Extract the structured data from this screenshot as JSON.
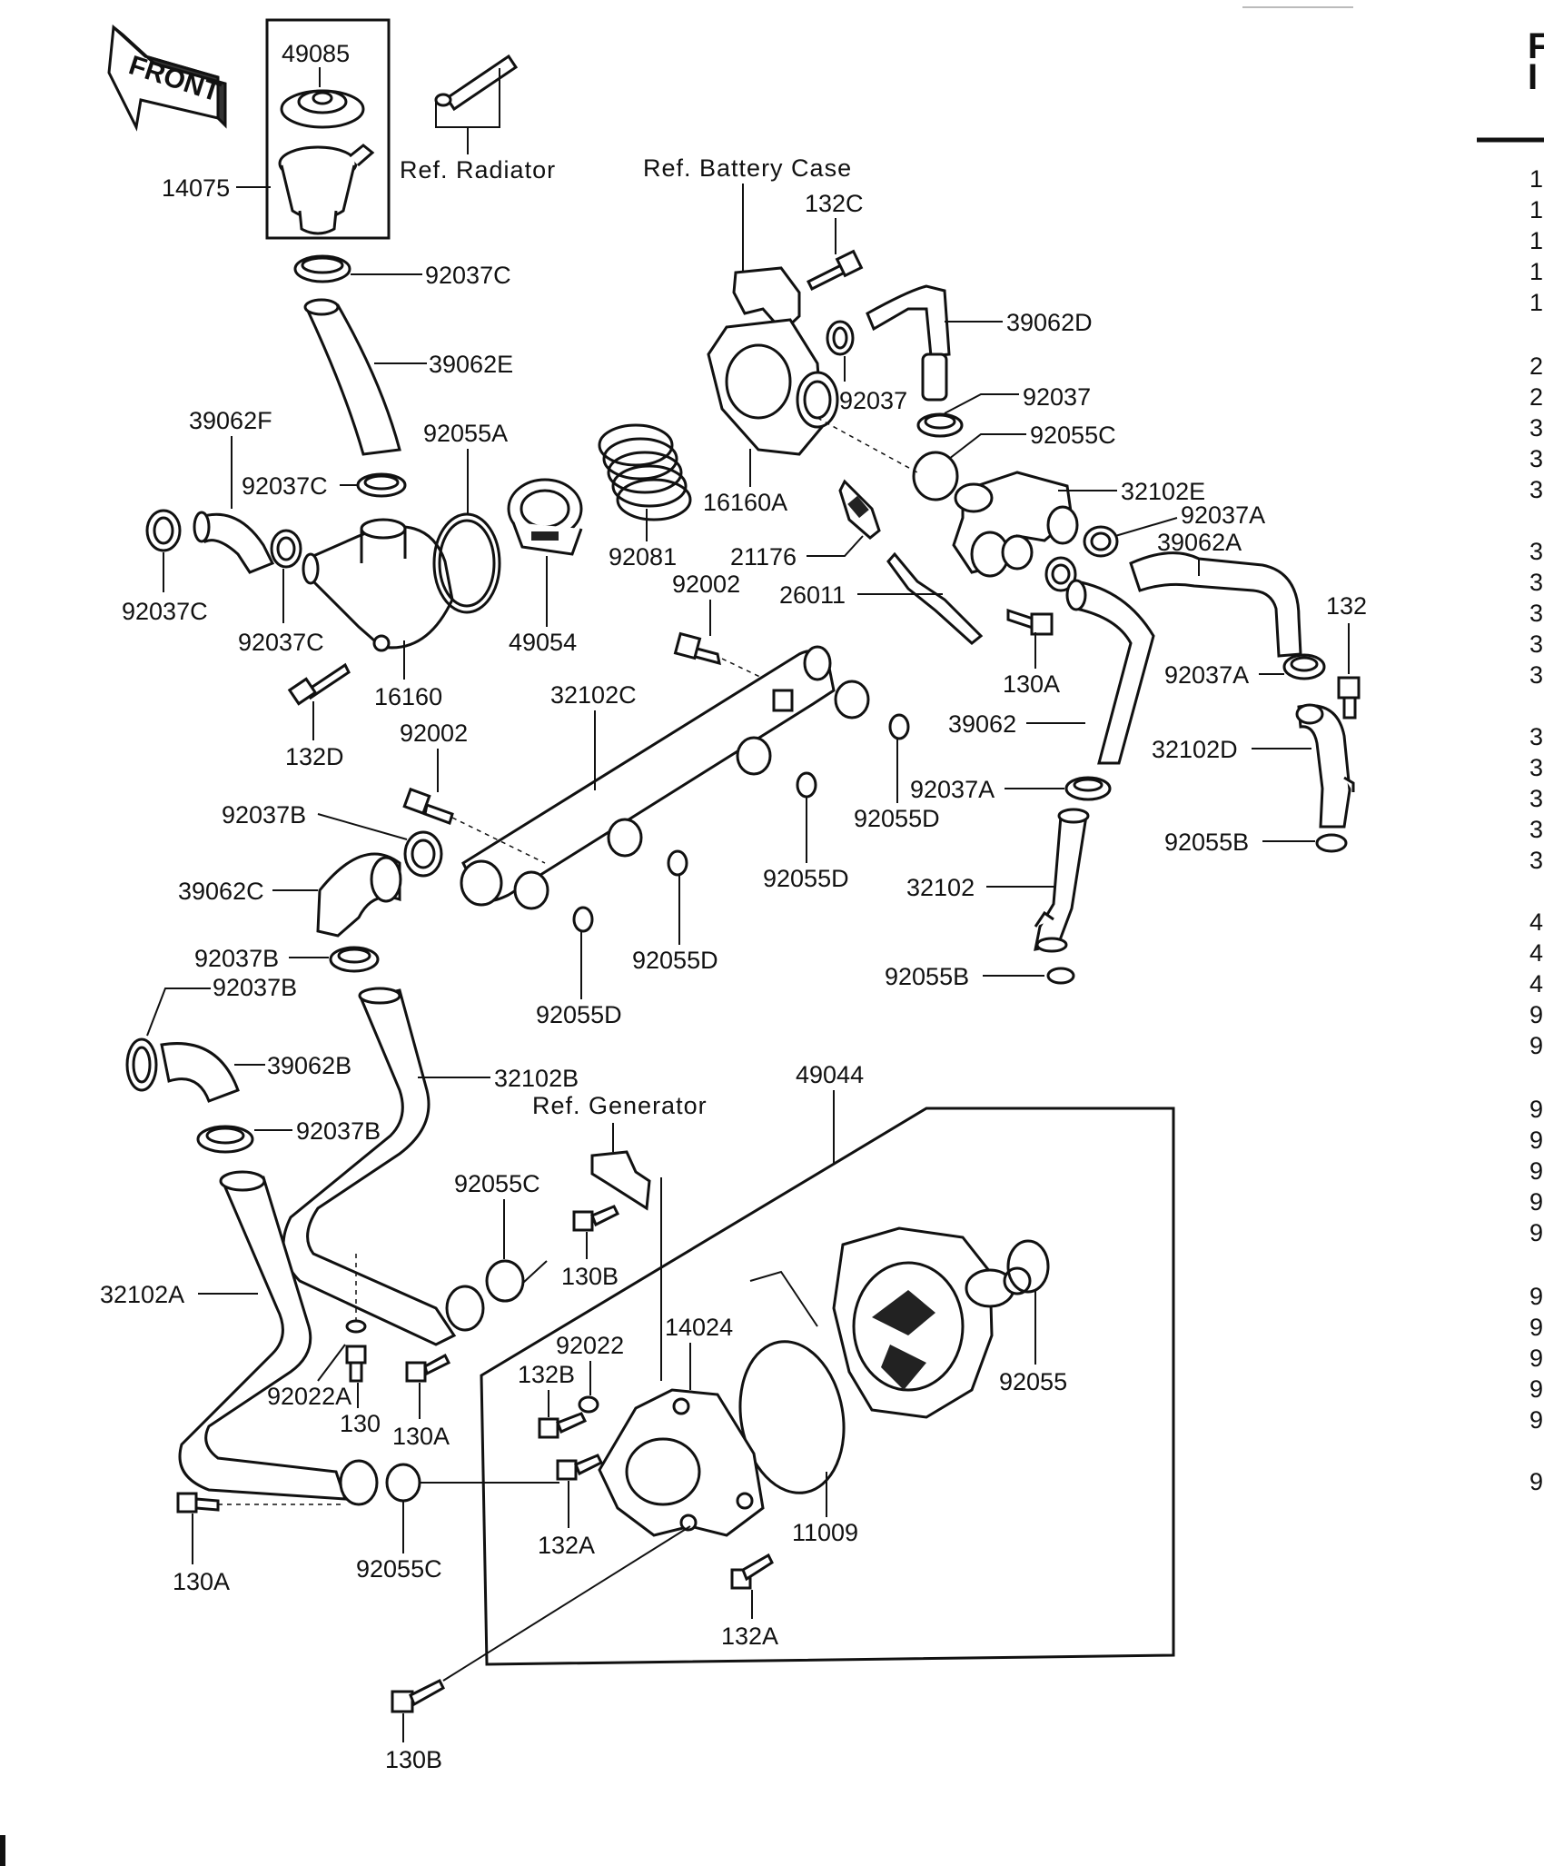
{
  "diagram": {
    "front_label": "FRONT",
    "refs": {
      "radiator": "Ref. Radiator",
      "battery_case": "Ref. Battery Case",
      "generator": "Ref. Generator"
    },
    "labels": {
      "p49085": "49085",
      "p14075": "14075",
      "p92037C_top": "92037C",
      "p39062E": "39062E",
      "p39062F": "39062F",
      "p92055A": "92055A",
      "p92037C_mid": "92037C",
      "p92037C_left": "92037C",
      "p92037C_low": "92037C",
      "p16160": "16160",
      "p132D": "132D",
      "p49054": "49054",
      "p92081": "92081",
      "p132C": "132C",
      "p39062D": "39062D",
      "p92037_a": "92037",
      "p92037_b": "92037",
      "p92055C_top": "92055C",
      "p16160A": "16160A",
      "p21176": "21176",
      "p26011": "26011",
      "p92002_top": "92002",
      "p32102E": "32102E",
      "p92037A_top": "92037A",
      "p39062A": "39062A",
      "p130A_top": "130A",
      "p132": "132",
      "p92037A_mid": "92037A",
      "p32102D": "32102D",
      "p39062": "39062",
      "p92037A_low": "92037A",
      "p92055B_right": "92055B",
      "p32102": "32102",
      "p92055B_low": "92055B",
      "p32102C": "32102C",
      "p92002_mid": "92002",
      "p92037B_a": "92037B",
      "p39062C": "39062C",
      "p92055D_a": "92055D",
      "p92055D_b": "92055D",
      "p92055D_c": "92055D",
      "p92055D_d": "92055D",
      "p92037B_b": "92037B",
      "p92037B_c": "92037B",
      "p39062B": "39062B",
      "p92037B_d": "92037B",
      "p32102B": "32102B",
      "p49044": "49044",
      "p92055C_mid": "92055C",
      "p130B_top": "130B",
      "p32102A": "32102A",
      "p92022A": "92022A",
      "p130": "130",
      "p130A_mid": "130A",
      "p92022": "92022",
      "p14024": "14024",
      "p132B": "132B",
      "p92055": "92055",
      "p11009": "11009",
      "p132A_a": "132A",
      "p132A_b": "132A",
      "p92055C_low": "92055C",
      "p130A_low": "130A",
      "p130B_low": "130B"
    },
    "edge_glyphs": [
      "F",
      "I",
      "1",
      "1",
      "1",
      "1",
      "1",
      "2",
      "2",
      "3",
      "3",
      "3",
      "3",
      "3",
      "3",
      "3",
      "3",
      "3",
      "3",
      "3",
      "3",
      "3",
      "4",
      "4",
      "4",
      "9",
      "9",
      "9",
      "9",
      "9",
      "9",
      "9",
      "9",
      "9",
      "9",
      "9",
      "9",
      "9"
    ]
  }
}
